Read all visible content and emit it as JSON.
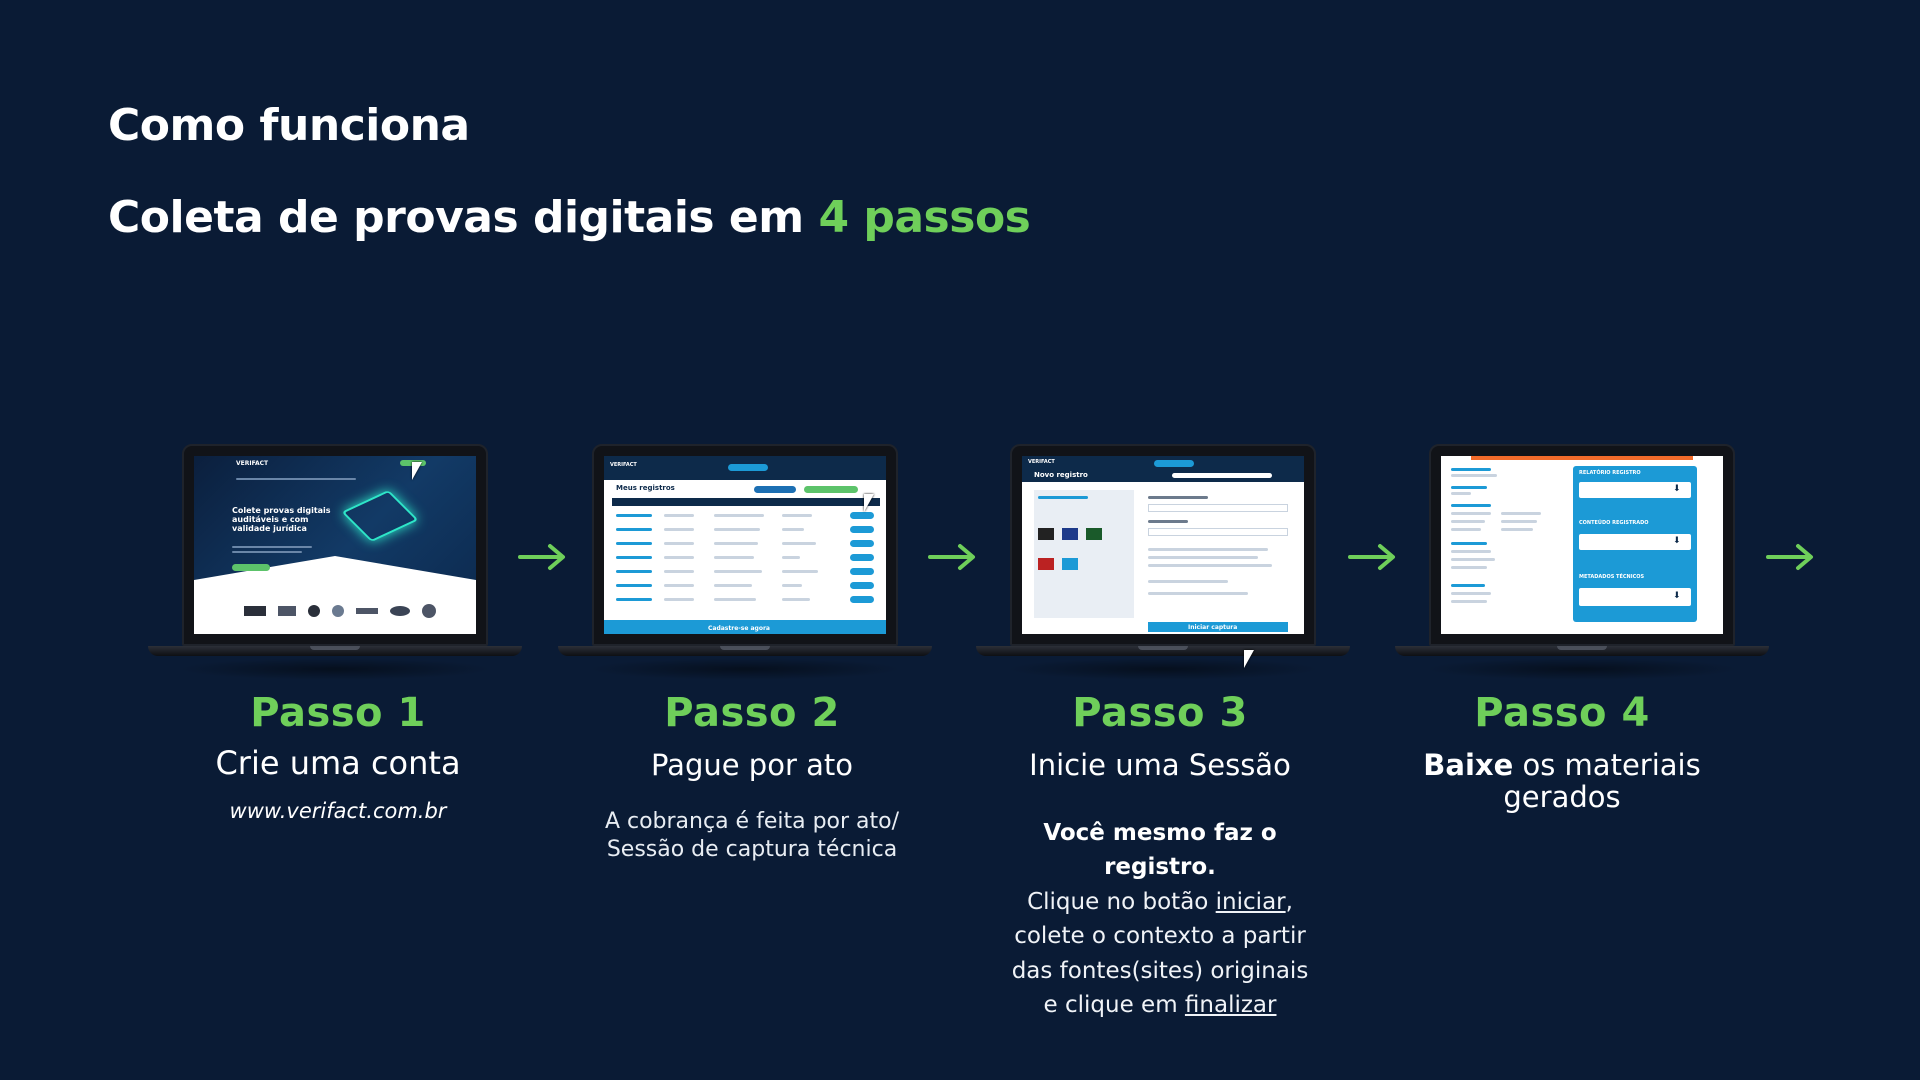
{
  "header": {
    "title": "Como funciona",
    "subtitle_prefix": "Coleta de provas digitais em ",
    "subtitle_accent": "4 passos"
  },
  "steps": [
    {
      "number": "Passo 1",
      "heading": "Crie uma conta",
      "url": "www.verifact.com.br",
      "screen": {
        "brand": "VERIFACT",
        "hero_text": "Colete provas digitais auditáveis e com validade jurídica"
      }
    },
    {
      "number": "Passo 2",
      "heading": "Pague por ato",
      "desc_line1": "A cobrança é feita por ato/",
      "desc_line2": "Sessão de captura técnica",
      "screen": {
        "brand": "VERIFACT",
        "section": "Meus registros",
        "cta": "Cadastre-se agora"
      }
    },
    {
      "number": "Passo 3",
      "heading": "Inicie uma Sessão",
      "strong_line1": "Você mesmo faz o",
      "strong_line2": "registro.",
      "desc_pre": "Clique no botão ",
      "desc_link1": "iniciar",
      "desc_mid1": ",",
      "desc_line2": "colete o contexto a partir",
      "desc_line3": "das fontes(sites) originais",
      "desc_pre4": "e clique em ",
      "desc_link2": "finalizar",
      "screen": {
        "brand": "VERIFACT",
        "section": "Novo registro",
        "button": "Iniciar captura"
      }
    },
    {
      "number": "Passo 4",
      "heading_bold": "Baixe",
      "heading_rest": " os materiais",
      "heading_line2": "gerados",
      "screen": {
        "panel1": "RELATÓRIO REGISTRO",
        "panel2": "CONTEÚDO REGISTRADO",
        "panel3": "METADADOS TÉCNICOS"
      }
    }
  ],
  "colors": {
    "background": "#0a1b35",
    "accent": "#6fcf5a",
    "text": "#ffffff"
  }
}
